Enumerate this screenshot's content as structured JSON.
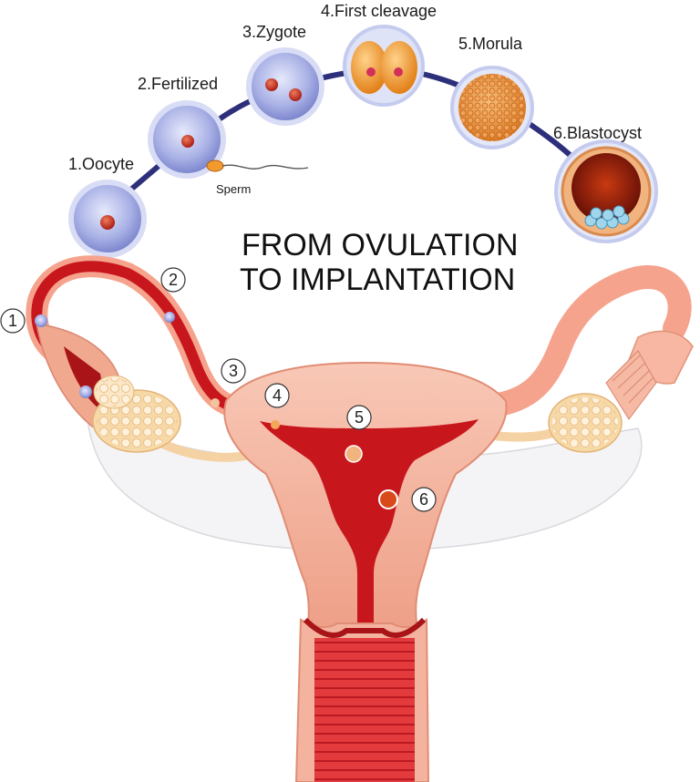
{
  "title": {
    "line1": "FROM OVULATION",
    "line2": "TO IMPLANTATION"
  },
  "stages": [
    {
      "label": "1.Oocyte"
    },
    {
      "label": "2.Fertilized"
    },
    {
      "label": "3.Zygote"
    },
    {
      "label": "4.First cleavage"
    },
    {
      "label": "5.Morula"
    },
    {
      "label": "6.Blastocyst"
    }
  ],
  "sperm_label": "Sperm",
  "markers": [
    "1",
    "2",
    "3",
    "4",
    "5",
    "6"
  ],
  "colors": {
    "cell_outer": "#c9cff0",
    "cell_inner": "#8f99d8",
    "nucleus": "#c2352b",
    "path": "#2d2f7a",
    "cleavage": "#f29a2e",
    "uterus_wall": "#f4b39e",
    "uterus_cavity": "#c8161d",
    "ovary": "#f7d9a8"
  }
}
